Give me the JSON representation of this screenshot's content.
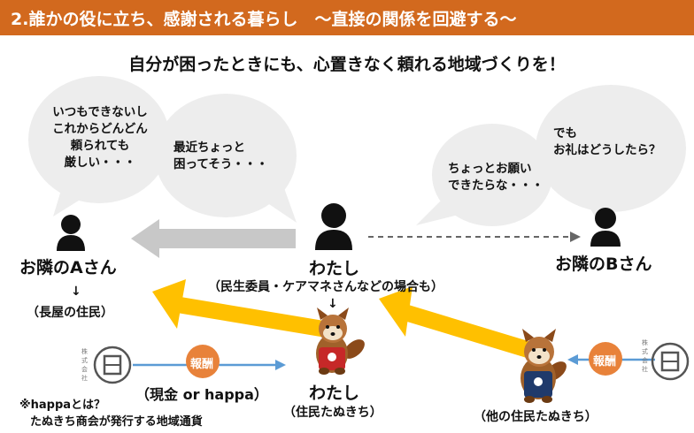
{
  "header": {
    "title": "2.誰かの役に立ち、感謝される暮らし　～直接の関係を回避する～"
  },
  "subtitle": "自分が困ったときにも、心置きなく頼れる地域づくりを！",
  "bubbles": {
    "neighbor_a": "いつもできないし\nこれからどんどん\n頼られても\n厳しい・・・",
    "me_to_a": "最近ちょっと\n困ってそう・・・",
    "me_to_b": "ちょっとお願い\nできたらな・・・",
    "neighbor_b": "でも\nお礼はどうしたら？"
  },
  "people": {
    "neighbor_a": "お隣のAさん",
    "me": "わたし",
    "me_note": "（民生委員・ケアマネさんなどの場合も）",
    "neighbor_b": "お隣のBさん",
    "nagaya": "（長屋の住民）",
    "me_tanuki": "わたし",
    "me_tanuki_note": "（住民たぬきち）",
    "other_tanuki_note": "（他の住民たぬきち）"
  },
  "arrow_glyph": "↓",
  "reward": {
    "label": "報酬",
    "detail": "（現金 or happa）"
  },
  "happa_note": {
    "line1": "※happaとは？",
    "line2": "たぬきち商会が発行する地域通貨"
  },
  "colors": {
    "header": "#d2691e",
    "yellow_arrow": "#ffc000",
    "gray_arrow": "#c8c8c8",
    "reward_badge": "#e8823a",
    "blue_arrow": "#5b9bd5",
    "bubble": "#ededed"
  }
}
